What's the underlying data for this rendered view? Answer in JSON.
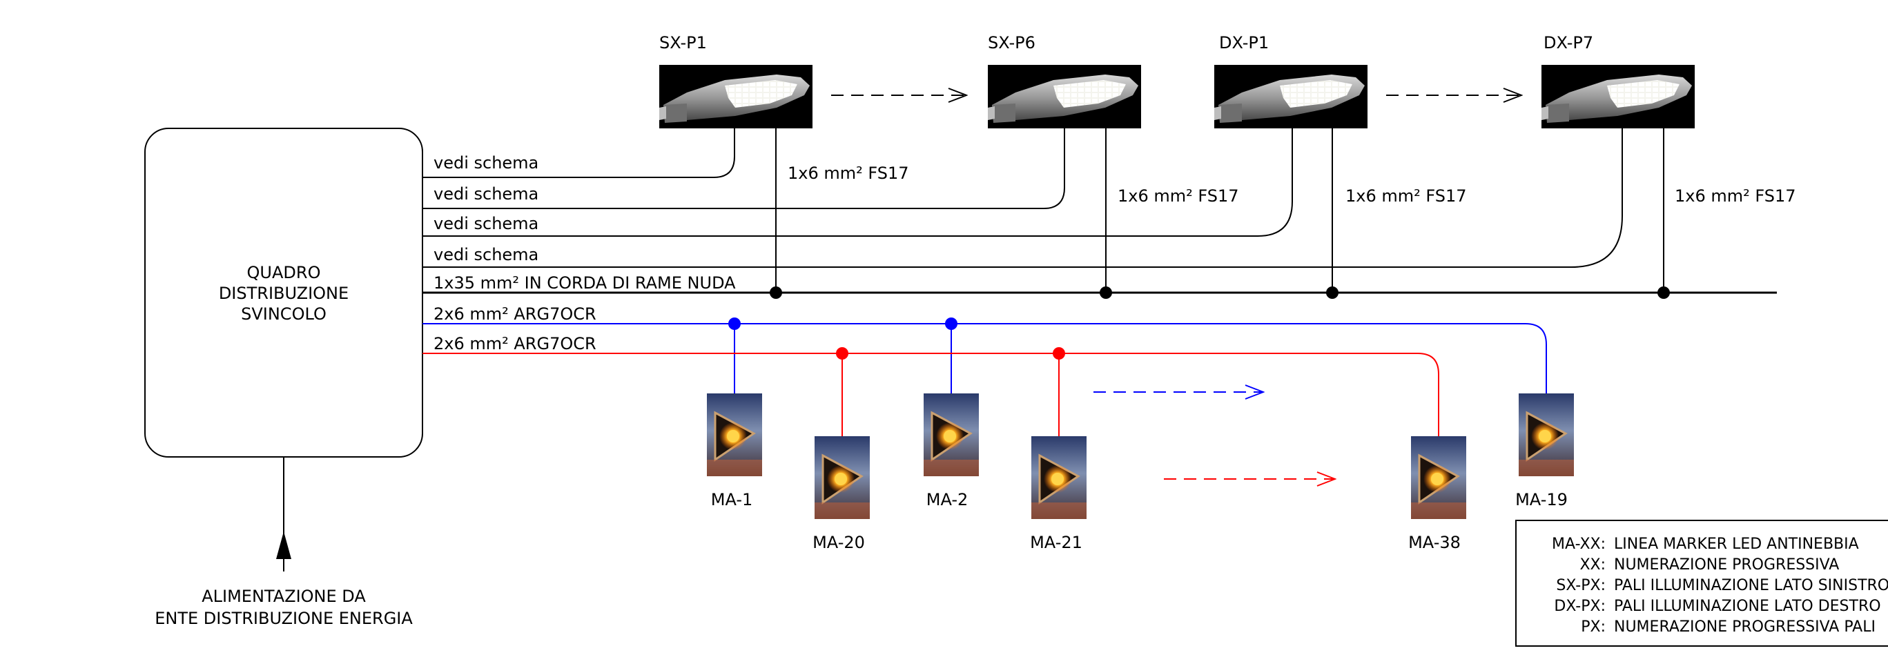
{
  "panel": {
    "label_lines": [
      "QUADRO",
      "DISTRIBUZIONE",
      "SVINCOLO"
    ]
  },
  "supply": {
    "label_lines": [
      "ALIMENTAZIONE DA",
      "ENTE DISTRIBUZIONE ENERGIA"
    ]
  },
  "feeders": {
    "circuit_1": "vedi schema",
    "circuit_2": "vedi schema",
    "circuit_3": "vedi schema",
    "circuit_4": "vedi schema",
    "earth": "1x35 mm² IN CORDA DI RAME NUDA",
    "marker_blue": "2x6 mm² ARG7OCR",
    "marker_red": "2x6 mm² ARG7OCR"
  },
  "poles": [
    {
      "name": "SX-P1",
      "cable": "1x6 mm² FS17"
    },
    {
      "name": "SX-P6",
      "cable": "1x6 mm² FS17"
    },
    {
      "name": "DX-P1",
      "cable": "1x6 mm² FS17"
    },
    {
      "name": "DX-P7",
      "cable": "1x6 mm² FS17"
    }
  ],
  "markers": {
    "blue": [
      "MA-1",
      "MA-2",
      "MA-19"
    ],
    "red": [
      "MA-20",
      "MA-21",
      "MA-38"
    ]
  },
  "legend": [
    {
      "key": "MA-XX:",
      "text": "LINEA MARKER LED ANTINEBBIA"
    },
    {
      "key": "XX:",
      "text": "NUMERAZIONE PROGRESSIVA"
    },
    {
      "key": "SX-PX:",
      "text": "PALI ILLUMINAZIONE LATO SINISTRO"
    },
    {
      "key": "DX-PX:",
      "text": "PALI ILLUMINAZIONE LATO DESTRO"
    },
    {
      "key": "PX:",
      "text": "NUMERAZIONE PROGRESSIVA PALI"
    }
  ],
  "colors": {
    "line": "#000000",
    "blue_circuit": "#0000ff",
    "red_circuit": "#ff0000"
  }
}
